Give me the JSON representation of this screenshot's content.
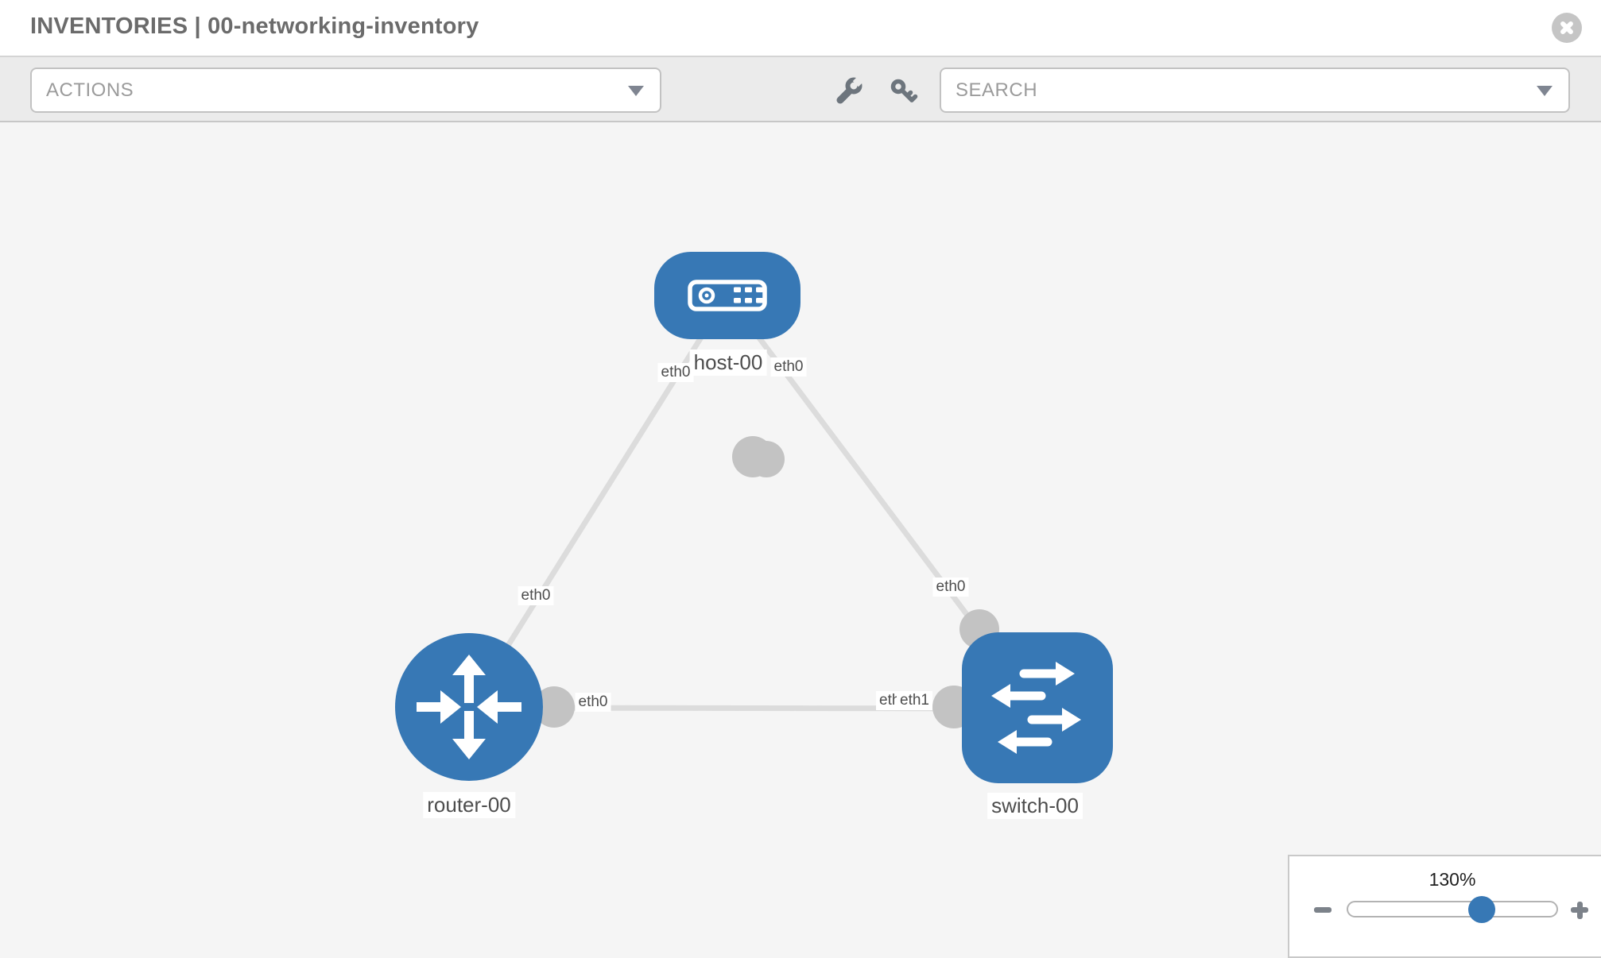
{
  "window": {
    "title": "INVENTORIES | 00-networking-inventory"
  },
  "toolbar": {
    "actions_label": "ACTIONS",
    "search_label": "SEARCH"
  },
  "icons": {
    "close": "x-circle",
    "wrench": "wrench",
    "key": "key",
    "dropdown_caret": "triangle-down",
    "zoom_out": "minus",
    "zoom_in": "plus",
    "host_node": "server",
    "router_node": "router-arrows",
    "switch_node": "switch-arrows"
  },
  "topology": {
    "nodes": [
      {
        "name": "host-00",
        "type": "host"
      },
      {
        "name": "router-00",
        "type": "router"
      },
      {
        "name": "switch-00",
        "type": "switch"
      }
    ],
    "links": [
      {
        "source": "router-00",
        "source_interface": "eth0",
        "target": "host-00",
        "target_interface": "eth0"
      },
      {
        "source": "switch-00",
        "source_interface": "eth0",
        "target": "host-00",
        "target_interface": "eth0"
      },
      {
        "source": "router-00",
        "source_interface": "eth0",
        "target": "switch-00",
        "target_interface": "eth1"
      }
    ],
    "interface_labels": {
      "host_from_router": "eth0",
      "host_from_switch": "eth0",
      "router_to_host": "eth0",
      "switch_to_host": "eth0",
      "router_to_switch": "eth0",
      "switch_to_router_under": "eth0",
      "switch_to_router_over": "eth1"
    }
  },
  "zoom_control": {
    "level": "130%"
  },
  "colors": {
    "node_fill": "#3778b5",
    "link": "#dcdcdc",
    "port": "#c3c3c3",
    "canvas_bg": "#f5f5f5",
    "toolbar_bg": "#ebebeb",
    "slider_thumb": "#3778b5"
  }
}
